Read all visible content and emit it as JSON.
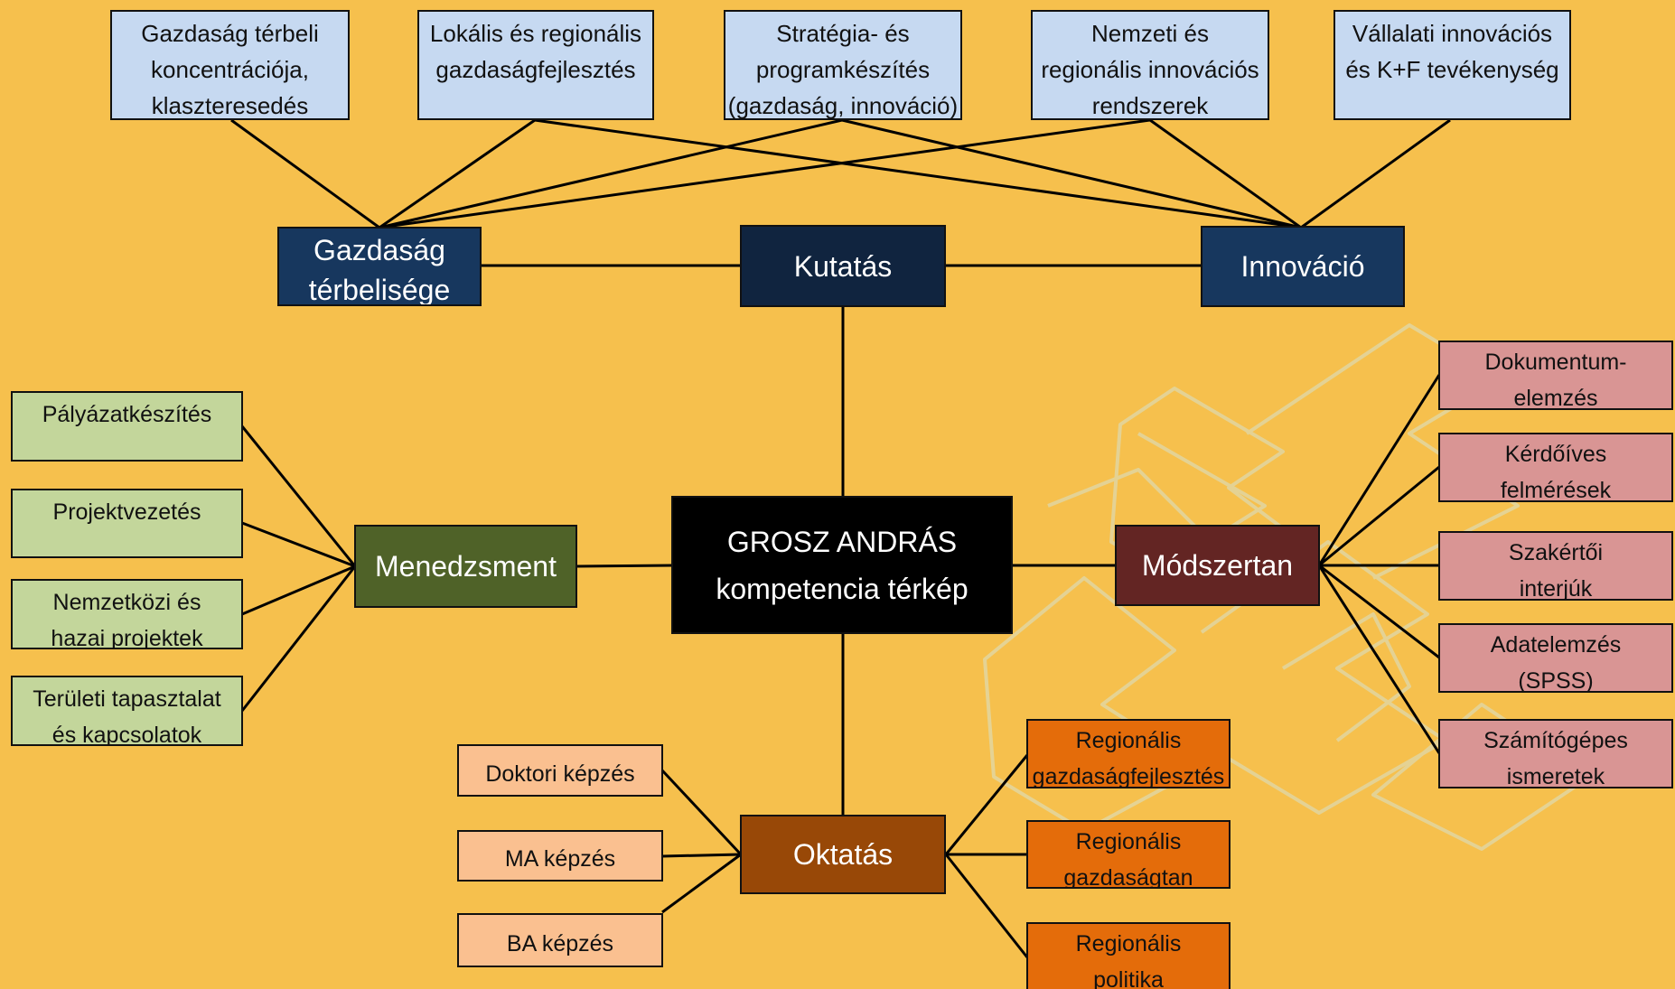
{
  "center": {
    "line1": "GROSZ ANDRÁS",
    "line2": "kompetencia térkép"
  },
  "research": {
    "hub": "Kutatás",
    "left_hub": {
      "line1": "Gazdaság",
      "line2": "térbelisége"
    },
    "right_hub": "Innováció",
    "topics": [
      {
        "lines": [
          "Gazdaság térbeli",
          "koncentrációja,",
          "klaszteresedés"
        ]
      },
      {
        "lines": [
          "Lokális és regionális",
          "gazdaságfejlesztés"
        ]
      },
      {
        "lines": [
          "Stratégia- és",
          "programkészítés",
          "(gazdaság, innováció)"
        ]
      },
      {
        "lines": [
          "Nemzeti és",
          "regionális innovációs",
          "rendszerek"
        ]
      },
      {
        "lines": [
          "Vállalati innovációs",
          "és K+F tevékenység"
        ]
      }
    ]
  },
  "management": {
    "hub": "Menedzsment",
    "items": [
      {
        "lines": [
          "Pályázatkészítés"
        ]
      },
      {
        "lines": [
          "Projektvezetés"
        ]
      },
      {
        "lines": [
          "Nemzetközi és",
          "hazai projektek"
        ]
      },
      {
        "lines": [
          "Területi tapasztalat",
          "és kapcsolatok"
        ]
      }
    ]
  },
  "methodology": {
    "hub": "Módszertan",
    "items": [
      {
        "lines": [
          "Dokumentum-",
          "elemzés"
        ]
      },
      {
        "lines": [
          "Kérdőíves",
          "felmérések"
        ]
      },
      {
        "lines": [
          "Szakértői",
          "interjúk"
        ]
      },
      {
        "lines": [
          "Adatelemzés",
          "(SPSS)"
        ]
      },
      {
        "lines": [
          "Számítógépes",
          "ismeretek"
        ]
      }
    ]
  },
  "education": {
    "hub": "Oktatás",
    "levels": [
      "Doktori képzés",
      "MA képzés",
      "BA képzés"
    ],
    "subjects": [
      {
        "lines": [
          "Regionális",
          "gazdaságfejlesztés"
        ]
      },
      {
        "lines": [
          "Regionális",
          "gazdaságtan"
        ]
      },
      {
        "lines": [
          "Regionális",
          "politika"
        ]
      }
    ]
  },
  "colors": {
    "background": "#f6c04d",
    "research_topic": "#c6d9f1",
    "research_hub": "#17375e",
    "center": "#000000",
    "management_item": "#c3d69b",
    "management_hub": "#4f6228",
    "methodology_item": "#d99594",
    "methodology_hub": "#632523",
    "education_level": "#fac090",
    "education_subject": "#e46c0a",
    "education_hub": "#984807",
    "watermark": "#e0d6a3"
  }
}
